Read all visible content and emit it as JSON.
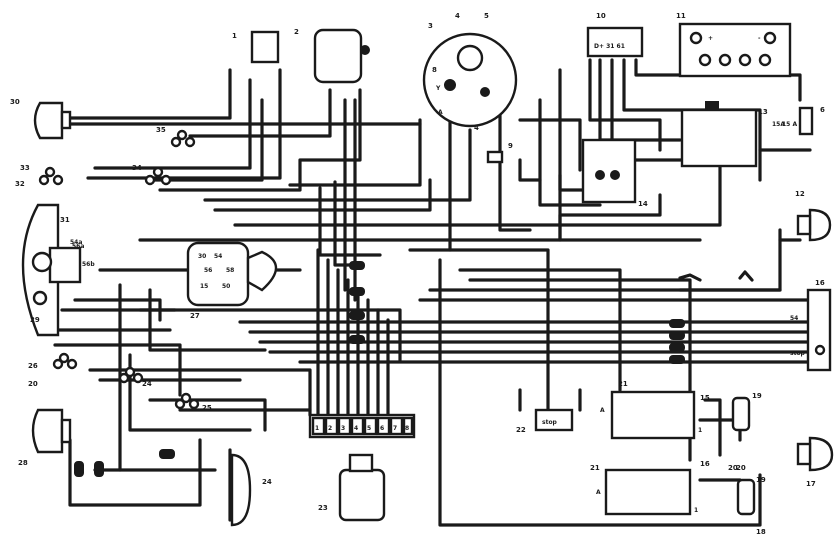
{
  "labels": {
    "c1": "1",
    "c2": "2",
    "c3": "3",
    "c4": "4",
    "c5": "5",
    "c6": "6",
    "c8": "8",
    "c9": "9",
    "c10": "10",
    "c11": "11",
    "c12": "12",
    "c13": "13",
    "c14": "14",
    "c15": "15",
    "c16": "16",
    "c16b": "16",
    "c17": "17",
    "c19a": "19",
    "c19b": "19",
    "c20a": "20",
    "c20b": "20",
    "c20c": "20",
    "c21a": "21",
    "c21b": "21",
    "c22": "22",
    "c23": "23",
    "c24": "24",
    "c24b": "24",
    "c25": "25",
    "c26": "26",
    "c27": "27",
    "c28": "28",
    "c29": "29",
    "c30": "30",
    "c31": "31",
    "c32": "32",
    "c33": "33",
    "c34": "34",
    "c35": "35",
    "c18": "18"
  },
  "terminal_text": {
    "fuse_strip": [
      "1",
      "2",
      "3",
      "4",
      "5",
      "6",
      "7",
      "8"
    ],
    "stop": "stop",
    "stop2": "stop",
    "t15a": "15A",
    "t15a_b": "15 A",
    "t54a": "54a",
    "t54": "54",
    "t30": "30",
    "t31": "31",
    "t56": "56",
    "t58": "58",
    "t15": "15",
    "t50": "50",
    "t56a": "56a",
    "t56b": "56b",
    "plus": "+",
    "minus": "-",
    "reg_pins": "D+  31  61",
    "tA": "A",
    "tY": "Y",
    "t1": "1",
    "t4": "4"
  }
}
